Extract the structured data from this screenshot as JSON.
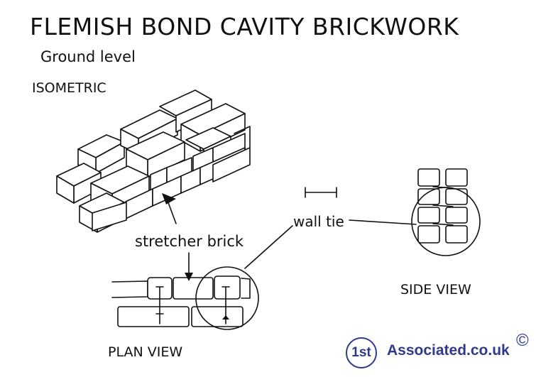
{
  "title": "FLEMISH BOND CAVITY BRICKWORK",
  "subtitle": "Ground level",
  "labels": {
    "isometric": "ISOMETRIC",
    "stretcher_brick": "stretcher brick",
    "wall_tie": "wall tie",
    "side_view": "SIDE VIEW",
    "plan_view": "PLAN VIEW"
  },
  "logo": {
    "badge": "1st",
    "brand": "Associated.co.uk",
    "copyright": "©",
    "color": "#2f3a8f"
  },
  "icons": [
    "arrow-icon",
    "wall-tie-icon",
    "magnifier-circle-icon"
  ]
}
